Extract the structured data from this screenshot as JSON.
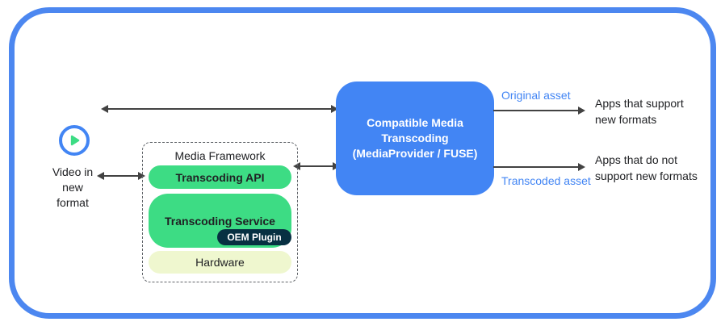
{
  "colors": {
    "frame_blue": "#4c87f0",
    "box_blue": "#4285f4",
    "android_green": "#3ddc84",
    "plugin_navy": "#073042",
    "hardware_cream": "#eff7cf",
    "arrow_gray": "#424242",
    "asset_label_blue": "#4285f4",
    "text_dark": "#202124"
  },
  "video_source": {
    "icon": "play-circle-icon",
    "label": "Video in\nnew\nformat"
  },
  "media_framework": {
    "title": "Media Framework",
    "transcoding_api": "Transcoding API",
    "transcoding_service": "Transcoding Service",
    "oem_plugin": "OEM Plugin",
    "hardware": "Hardware"
  },
  "transcoder": {
    "label": "Compatible Media\nTranscoding\n(MediaProvider / FUSE)"
  },
  "outputs": {
    "original": {
      "asset": "Original asset",
      "apps": "Apps that support\nnew formats"
    },
    "transcoded": {
      "asset": "Transcoded asset",
      "apps": "Apps that do not\nsupport new formats"
    }
  }
}
